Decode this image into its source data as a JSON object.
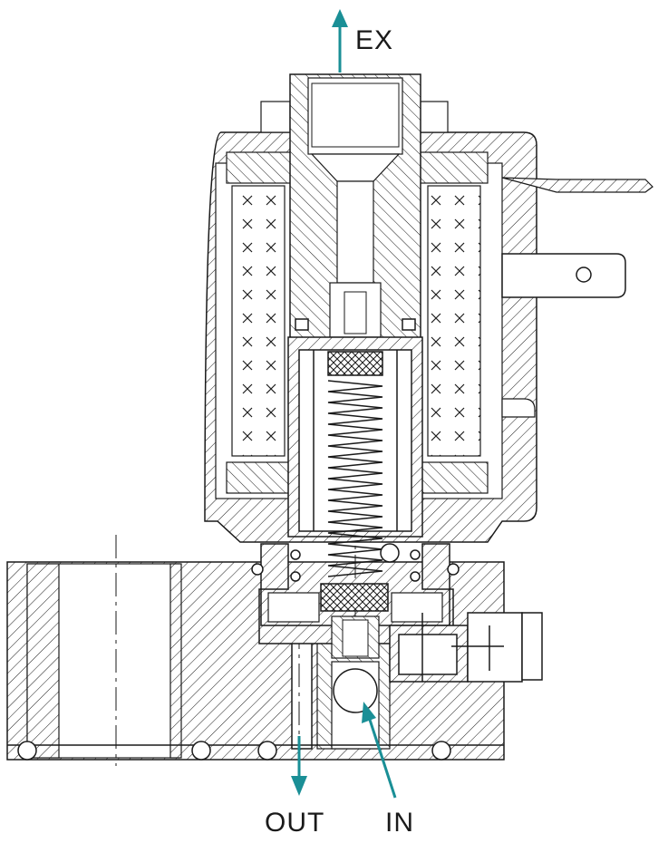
{
  "labels": {
    "ex": "EX",
    "out": "OUT",
    "in": "IN"
  },
  "colors": {
    "arrow": "#1a8f96",
    "line": "#1a1a1a",
    "background": "#ffffff"
  }
}
